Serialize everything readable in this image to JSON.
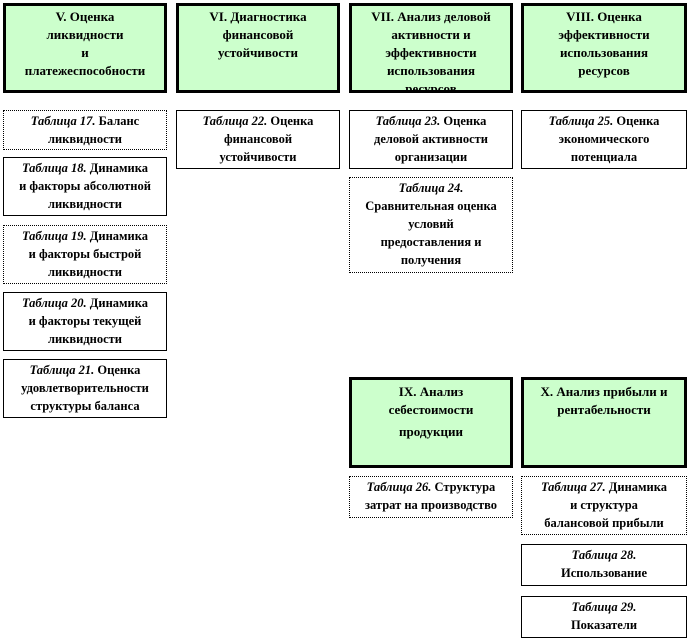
{
  "headers": {
    "h5": [
      "V. Оценка",
      "ликвидности",
      "и",
      "платежеспособности"
    ],
    "h6": [
      "VI. Диагностика",
      "финансовой",
      "устойчивости"
    ],
    "h7": [
      "VII. Анализ деловой",
      "активности и",
      "эффективности",
      "использования",
      "ресурсов"
    ],
    "h8": [
      "VIII. Оценка",
      "эффективности",
      "использования",
      "ресурсов"
    ],
    "h9": [
      "IX. Анализ",
      "себестоимости",
      "продукции"
    ],
    "h10": [
      "X. Анализ прибыли и",
      "рентабельности"
    ]
  },
  "tables": {
    "t17": {
      "num": "Таблица 17.",
      "lines": [
        " Баланс",
        "ликвидности"
      ]
    },
    "t18": {
      "num": "Таблица 18.",
      "lines": [
        " Динамика",
        "и факторы абсолютной",
        "ликвидности"
      ]
    },
    "t19": {
      "num": "Таблица 19.",
      "lines": [
        " Динамика",
        "и факторы быстрой",
        "ликвидности"
      ]
    },
    "t20": {
      "num": "Таблица 20.",
      "lines": [
        " Динамика",
        "и факторы текущей",
        "ликвидности"
      ]
    },
    "t21": {
      "num": "Таблица 21.",
      "lines": [
        " Оценка",
        "удовлетворительности",
        "структуры баланса"
      ]
    },
    "t22": {
      "num": "Таблица 22.",
      "lines": [
        " Оценка",
        "финансовой",
        "устойчивости"
      ]
    },
    "t23": {
      "num": "Таблица 23.",
      "lines": [
        " Оценка",
        "деловой активности",
        "организации"
      ]
    },
    "t24": {
      "num": "Таблица 24.",
      "lines": [
        "Сравнительная оценка",
        "условий",
        "предоставления и",
        "получения"
      ]
    },
    "t25": {
      "num": "Таблица 25.",
      "lines": [
        " Оценка",
        "экономического",
        "потенциала"
      ]
    },
    "t26": {
      "num": "Таблица 26.",
      "lines": [
        " Структура",
        "затрат на производство"
      ]
    },
    "t27": {
      "num": "Таблица 27.",
      "lines": [
        " Динамика",
        "и структура",
        "балансовой прибыли"
      ]
    },
    "t28": {
      "num": "Таблица 28.",
      "lines": [
        "Использование"
      ]
    },
    "t29": {
      "num": "Таблица 29.",
      "lines": [
        "Показатели"
      ]
    }
  }
}
